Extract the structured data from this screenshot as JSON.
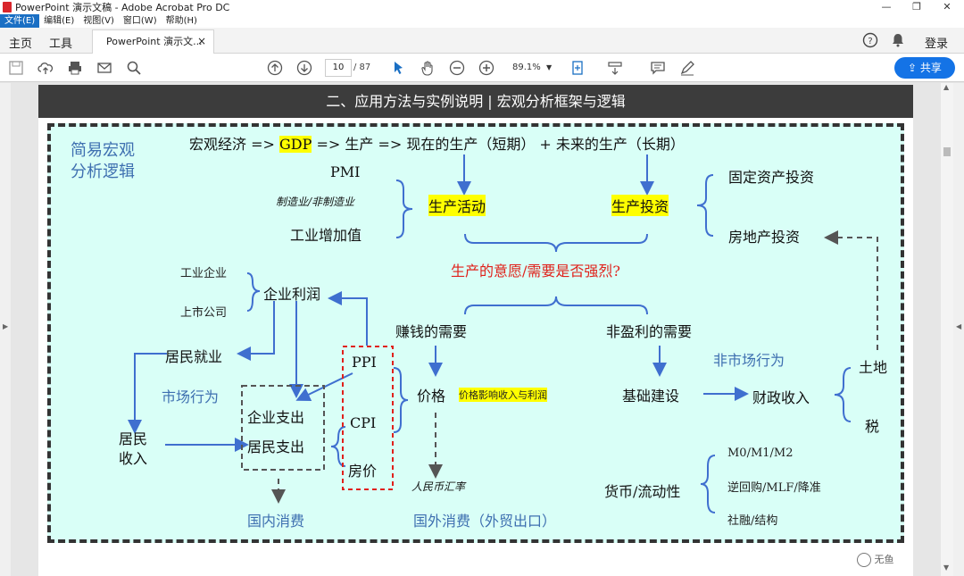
{
  "window": {
    "title": "PowerPoint 演示文稿 - Adobe Acrobat Pro DC",
    "controls": [
      "—",
      "❐",
      "✕"
    ]
  },
  "menu": [
    "文件(E)",
    "编辑(E)",
    "视图(V)",
    "窗口(W)",
    "帮助(H)"
  ],
  "tabs": {
    "home": "主页",
    "tools": "工具",
    "document": "PowerPoint 演示文...",
    "close": "×",
    "login": "登录"
  },
  "toolbar": {
    "page_current": "10",
    "page_total": "/ 87",
    "zoom": "89.1%",
    "share": "共享"
  },
  "slide": {
    "header": "二、应用方法与实例说明 | 宏观分析框架与逻辑",
    "title_line1": "简易宏观",
    "title_line2": "分析逻辑",
    "top_formula_a": "宏观经济 => ",
    "top_formula_gdp": "GDP",
    "top_formula_b": " => 生产 => 现在的生产（短期） + 未来的生产（长期）",
    "pmi": "PMI",
    "pmi_sub": "制造业/非制造业",
    "industrial_value": "工业增加值",
    "production_activity": "生产活动",
    "production_investment": "生产投资",
    "fixed_asset": "固定资产投资",
    "real_estate": "房地产投资",
    "willingness": "生产的意愿/需要是否强烈?",
    "industrial_enterprise": "工业企业",
    "listed_company": "上市公司",
    "enterprise_profit": "企业利润",
    "resident_employment": "居民就业",
    "market_behavior": "市场行为",
    "enterprise_spending": "企业支出",
    "resident_spending": "居民支出",
    "resident_income_1": "居民",
    "resident_income_2": "收入",
    "domestic_consumption": "国内消费",
    "ppi": "PPI",
    "cpi": "CPI",
    "housing_price": "房价",
    "profit_need": "赚钱的需要",
    "price": "价格",
    "price_note": "价格影响收入与利润",
    "rmb_rate": "人民币汇率",
    "foreign_consumption": "国外消费（外贸出口）",
    "non_profit_need": "非盈利的需要",
    "non_market": "非市场行为",
    "infrastructure": "基础建设",
    "fiscal_income": "财政收入",
    "land": "土地",
    "tax": "税",
    "money": "货币/流动性",
    "m_supply": "M0/M1/M2",
    "repo": "逆回购/MLF/降准",
    "social_financing": "社融/结构"
  },
  "watermark": "无鱼"
}
